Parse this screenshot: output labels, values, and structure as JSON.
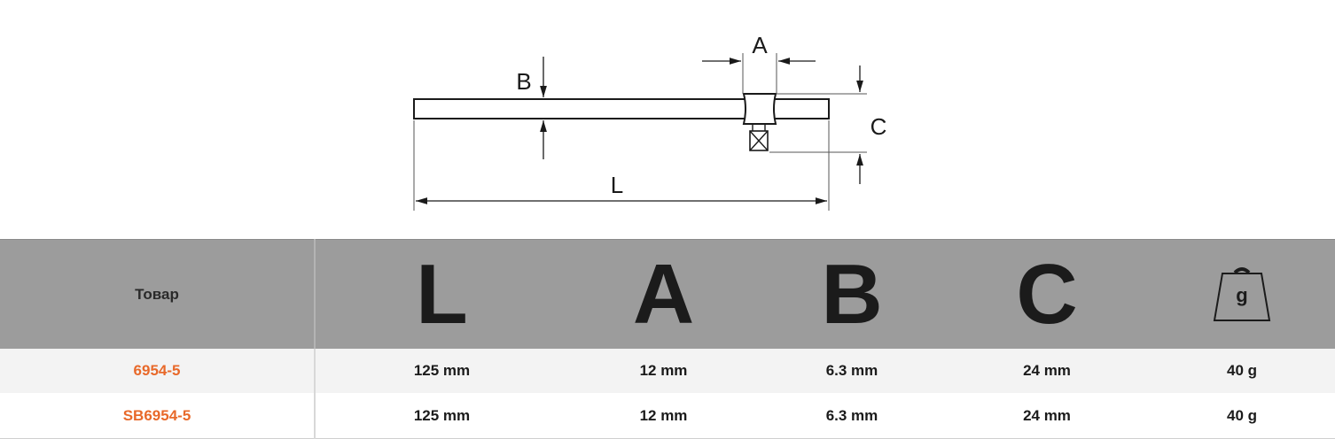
{
  "diagram": {
    "labels": {
      "a": "A",
      "b": "B",
      "c": "C",
      "l": "L"
    }
  },
  "table": {
    "product_header": "Товар",
    "dimension_headers": [
      "L",
      "A",
      "B",
      "C"
    ],
    "weight_icon": "weight-icon",
    "weight_icon_label": "g",
    "rows": [
      {
        "product": "6954-5",
        "values": [
          "125 mm",
          "12 mm",
          "6.3 mm",
          "24 mm",
          "40 g"
        ]
      },
      {
        "product": "SB6954-5",
        "values": [
          "125 mm",
          "12 mm",
          "6.3 mm",
          "24 mm",
          "40 g"
        ]
      }
    ]
  },
  "colors": {
    "header_bg": "#9c9c9c",
    "product_link": "#e8692a",
    "row_alt_bg": "#f3f3f3"
  }
}
